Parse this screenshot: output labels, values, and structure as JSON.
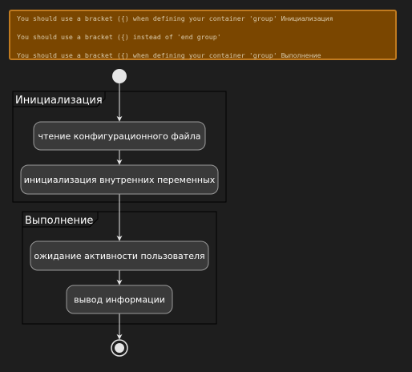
{
  "warnings": [
    "You should use a bracket ({) when defining your container 'group' Инициализация",
    "You should use a bracket ({) instead of 'end group'",
    "You should use a bracket ({) when defining your container 'group' Выполнение"
  ],
  "groups": {
    "init": {
      "title": "Инициализация"
    },
    "exec": {
      "title": "Выполнение"
    }
  },
  "activities": {
    "read_config": "чтение конфигурационного файла",
    "init_vars": "инициализация внутренних переменных",
    "wait_user": "ожидание активности пользователя",
    "output_info": "вывод информации"
  },
  "colors": {
    "background": "#1e1e1e",
    "warning_fill": "#7a4600",
    "warning_border": "#c07a1f",
    "node_fill": "#3a3a3a",
    "node_border": "#9a9a9a",
    "line": "#e6e6e6"
  }
}
